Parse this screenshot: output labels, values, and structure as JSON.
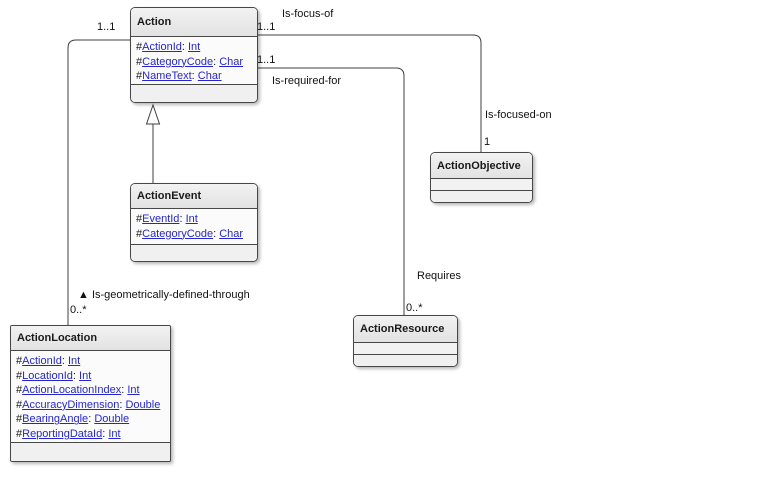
{
  "classes": [
    {
      "name": "Action",
      "attributes": [
        {
          "vis": "#",
          "name": "ActionId",
          "sep": ": ",
          "type": "Int"
        },
        {
          "vis": "#",
          "name": "CategoryCode",
          "sep": ": ",
          "type": "Char"
        },
        {
          "vis": "#",
          "name": "NameText",
          "sep": ": ",
          "type": "Char"
        }
      ]
    },
    {
      "name": "ActionEvent",
      "attributes": [
        {
          "vis": "#",
          "name": "EventId",
          "sep": ": ",
          "type": "Int"
        },
        {
          "vis": "#",
          "name": "CategoryCode",
          "sep": ": ",
          "type": "Char"
        }
      ]
    },
    {
      "name": "ActionObjective",
      "attributes": []
    },
    {
      "name": "ActionResource",
      "attributes": []
    },
    {
      "name": "ActionLocation",
      "attributes": [
        {
          "vis": "#",
          "name": "ActionId",
          "sep": ": ",
          "type": "Int"
        },
        {
          "vis": "#",
          "name": "LocationId",
          "sep": ": ",
          "type": "Int"
        },
        {
          "vis": "#",
          "name": "ActionLocationIndex",
          "sep": ": ",
          "type": "Int"
        },
        {
          "vis": "#",
          "name": "AccuracyDimension",
          "sep": ": ",
          "type": "Double"
        },
        {
          "vis": "#",
          "name": "BearingAngle",
          "sep": ": ",
          "type": "Double"
        },
        {
          "vis": "#",
          "name": "ReportingDataId",
          "sep": ": ",
          "type": "Int"
        }
      ]
    }
  ],
  "associations": [
    {
      "label": "Is-focus-of",
      "source_mult": "1..1",
      "target_role": "Is-focused-on",
      "target_mult": "1"
    },
    {
      "label": "Is-required-for",
      "source_mult": "1..1",
      "target_role": "Requires",
      "target_mult": "0..*"
    },
    {
      "label": "▲ Is-geometrically-defined-through",
      "source_mult": "1..1",
      "target_mult": "0..*"
    }
  ],
  "colors": {
    "link": "#2626cf",
    "line": "#3f3f3f",
    "box_border": "#474747",
    "header_fill": "#e8e8e8",
    "body_fill": "#fbfbfb"
  }
}
